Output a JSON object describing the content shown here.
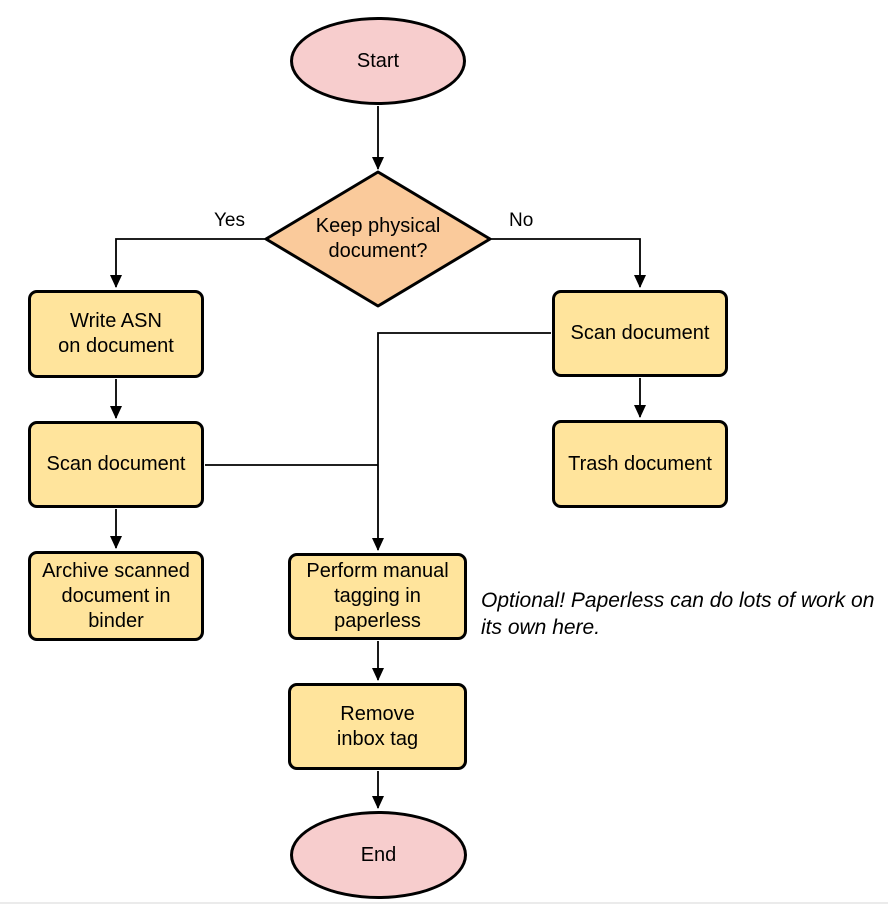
{
  "colors": {
    "terminator_fill": "#F7CDCD",
    "decision_fill": "#FACA9B",
    "process_fill": "#FFE49C",
    "stroke": "#000000"
  },
  "nodes": {
    "start": {
      "label": "Start"
    },
    "decision": {
      "label": "Keep physical\ndocument?"
    },
    "write_asn": {
      "label": "Write ASN\non document"
    },
    "scan_left": {
      "label": "Scan document"
    },
    "archive": {
      "label": "Archive scanned\ndocument in\nbinder"
    },
    "scan_right": {
      "label": "Scan document"
    },
    "trash": {
      "label": "Trash document"
    },
    "tagging": {
      "label": "Perform manual\ntagging in\npaperless"
    },
    "remove_inbox": {
      "label": "Remove\ninbox tag"
    },
    "end": {
      "label": "End"
    }
  },
  "edge_labels": {
    "yes": "Yes",
    "no": "No"
  },
  "annotation": "Optional! Paperless can do lots of work on\nits own here."
}
